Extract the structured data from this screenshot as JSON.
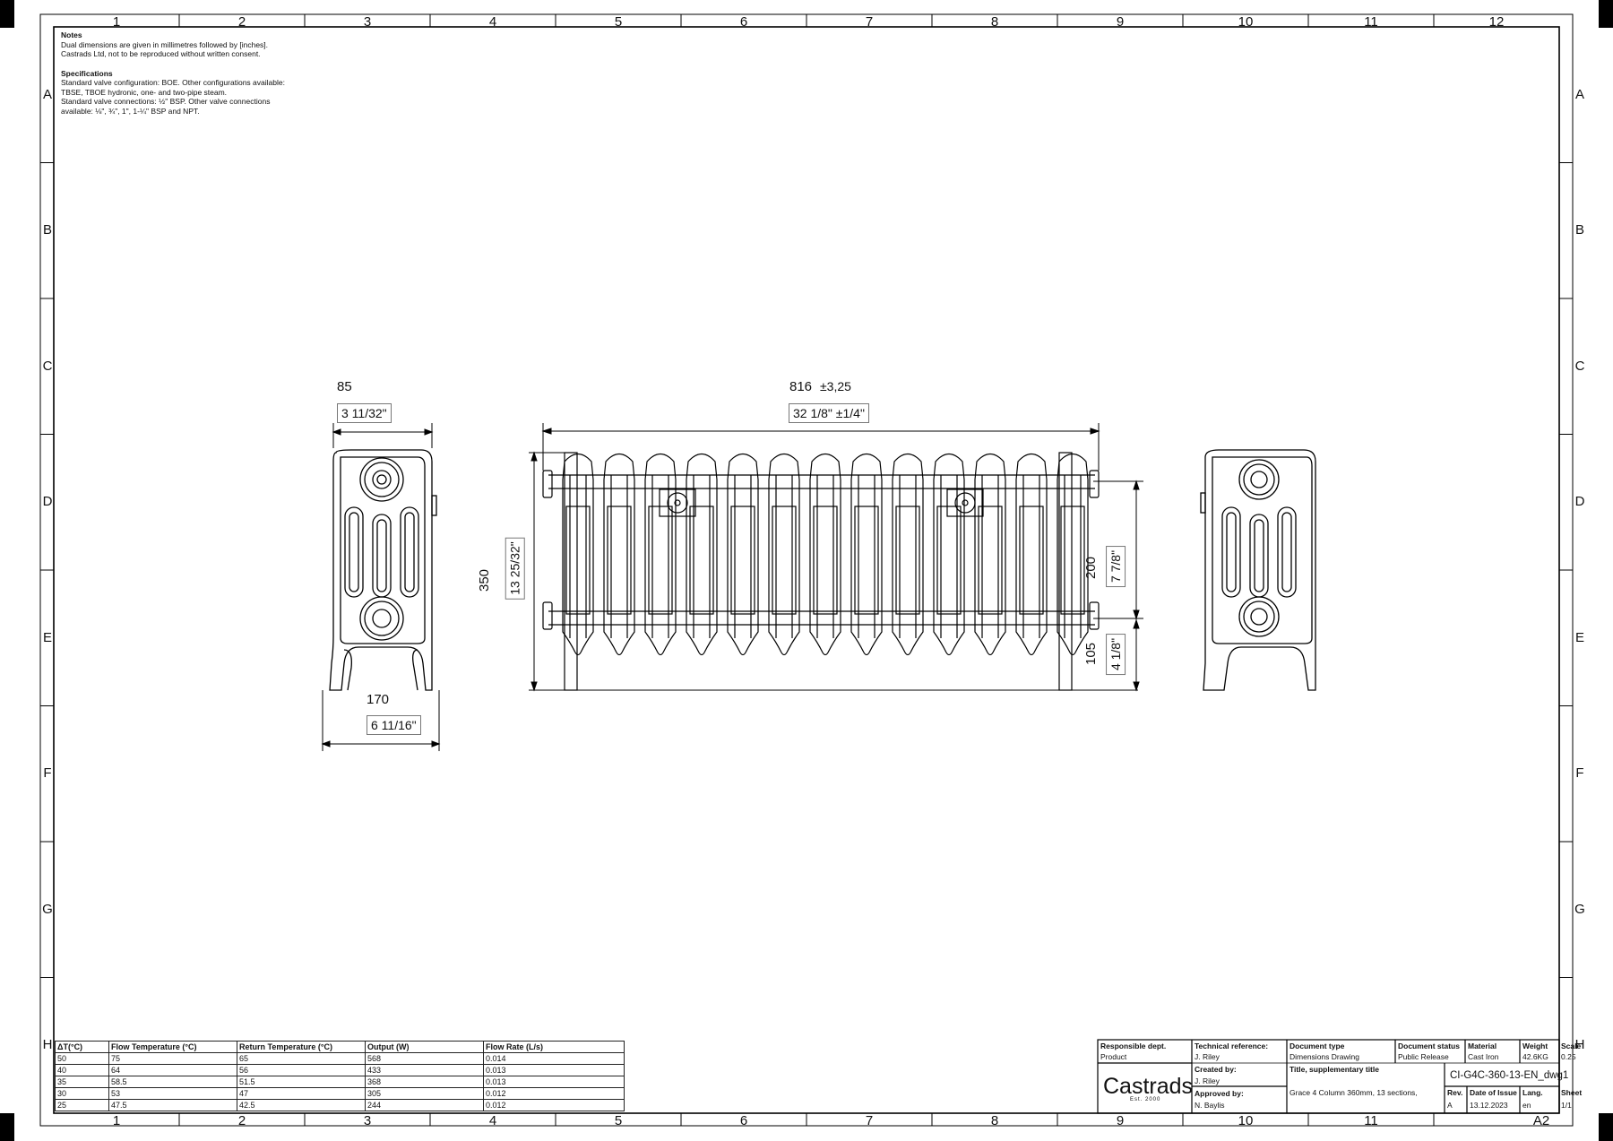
{
  "grid": {
    "columns": [
      "1",
      "2",
      "3",
      "4",
      "5",
      "6",
      "7",
      "8",
      "9",
      "10",
      "11",
      "12"
    ],
    "rows": [
      "A",
      "B",
      "C",
      "D",
      "E",
      "F",
      "G",
      "H"
    ]
  },
  "notes": {
    "title": "Notes",
    "lines": [
      "Dual dimensions are given in millimetres followed by [inches].",
      "Castrads Ltd, not to be reproduced without written consent."
    ],
    "spec_title": "Specifications",
    "spec_lines": [
      "Standard valve configuration: BOE. Other configurations available:",
      "TBSE, TBOE hydronic, one- and two-pipe steam.",
      "Standard valve connections: ½\" BSP. Other valve connections",
      "available: ⅛\", ¾\", 1\", 1-¼\" BSP and NPT."
    ]
  },
  "dimensions": {
    "depth_mm": "85",
    "depth_in": "3 11/32\"",
    "foot_width_mm": "170",
    "foot_width_in": "6 11/16\"",
    "length_mm": "816",
    "length_tol_mm": "±3,25",
    "length_in": "32 1/8\"",
    "length_tol_in": "±1/4\"",
    "height_mm": "350",
    "height_in": "13 25/32\"",
    "centres_mm": "200",
    "centres_in": "7 7/8\"",
    "floor_mm": "105",
    "floor_in": "4 1/8\""
  },
  "flow_table": {
    "headers": [
      "ΔT(°C)",
      "Flow Temperature (°C)",
      "Return Temperature (°C)",
      "Output (W)",
      "Flow Rate (L/s)"
    ],
    "rows": [
      [
        "50",
        "75",
        "65",
        "568",
        "0.014"
      ],
      [
        "40",
        "64",
        "56",
        "433",
        "0.013"
      ],
      [
        "35",
        "58.5",
        "51.5",
        "368",
        "0.013"
      ],
      [
        "30",
        "53",
        "47",
        "305",
        "0.012"
      ],
      [
        "25",
        "47.5",
        "42.5",
        "244",
        "0.012"
      ]
    ]
  },
  "title_block": {
    "responsible_dept_label": "Responsible dept.",
    "responsible_dept": "Product",
    "tech_ref_label": "Technical reference:",
    "tech_ref": "J. Riley",
    "doc_type_label": "Document type",
    "doc_type": "Dimensions Drawing",
    "doc_status_label": "Document status",
    "doc_status": "Public Release",
    "material_label": "Material",
    "material": "Cast Iron",
    "weight_label": "Weight",
    "weight": "42.6KG",
    "scale_label": "Scale",
    "scale": "0.25",
    "created_by_label": "Created by:",
    "created_by": "J. Riley",
    "approved_by_label": "Approved by:",
    "approved_by": "N. Baylis",
    "title_label": "Title, supplementary title",
    "title": "Grace 4 Column 360mm, 13 sections,",
    "doc_id": "CI-G4C-360-13-EN_dwg1",
    "rev_label": "Rev.",
    "rev": "A",
    "date_label": "Date of Issue",
    "date": "13.12.2023",
    "lang_label": "Lang.",
    "lang": "en",
    "sheet_label": "Sheet",
    "sheet": "1/1",
    "logo": "Castrads",
    "logo_sub": "Est. 2000",
    "paper_size": "A2"
  }
}
